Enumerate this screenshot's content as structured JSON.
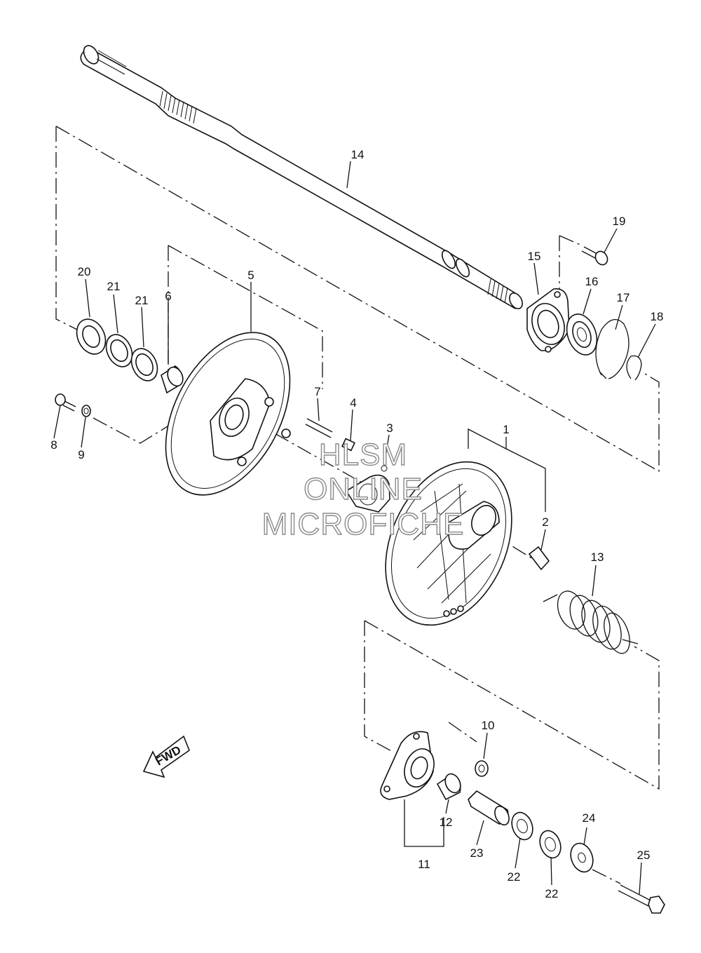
{
  "callouts": {
    "p1": "1",
    "p2": "2",
    "p3": "3",
    "p4": "4",
    "p5": "5",
    "p6": "6",
    "p7": "7",
    "p8": "8",
    "p9": "9",
    "p10": "10",
    "p11": "11",
    "p12": "12",
    "p13": "13",
    "p14": "14",
    "p15": "15",
    "p16": "16",
    "p17": "17",
    "p18": "18",
    "p19": "19",
    "p20": "20",
    "p21a": "21",
    "p21b": "21",
    "p22a": "22",
    "p22b": "22",
    "p23": "23",
    "p24": "24",
    "p25": "25"
  },
  "watermark": {
    "line1": "HLSM",
    "line2": "ONLINE",
    "line3": "MICROFICHE"
  },
  "fwd_label": "FWD"
}
